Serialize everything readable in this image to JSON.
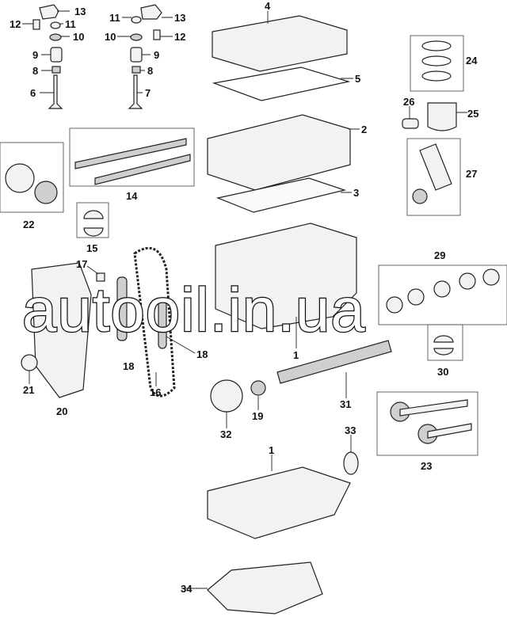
{
  "watermark": "autooil.in.ua",
  "callouts": [
    "13",
    "12",
    "11",
    "10",
    "9",
    "8",
    "6",
    "11",
    "13",
    "10",
    "12",
    "9",
    "8",
    "7",
    "4",
    "5",
    "2",
    "3",
    "24",
    "26",
    "25",
    "27",
    "14",
    "22",
    "15",
    "29",
    "17",
    "18",
    "18",
    "1",
    "21",
    "20",
    "16",
    "30",
    "31",
    "19",
    "32",
    "33",
    "23",
    "1",
    "34"
  ]
}
